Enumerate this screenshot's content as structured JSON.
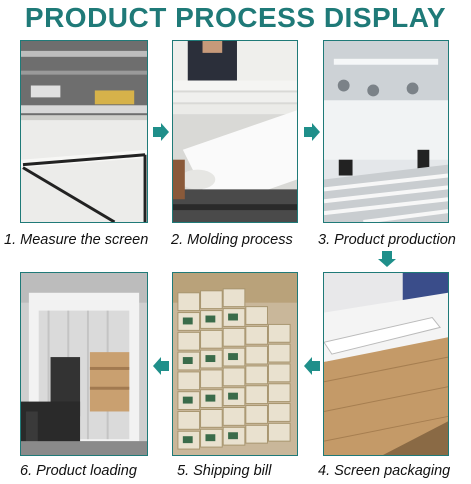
{
  "title": "PRODUCT PROCESS DISPLAY",
  "steps": [
    {
      "label": "1. Measure the screen"
    },
    {
      "label": "2. Molding process"
    },
    {
      "label": "3. Product production"
    },
    {
      "label": "4. Screen packaging"
    },
    {
      "label": "5. Shipping bill"
    },
    {
      "label": "6. Product loading"
    }
  ],
  "colors": {
    "accent": "#1f7a78",
    "arrow": "#1f8f8a"
  }
}
